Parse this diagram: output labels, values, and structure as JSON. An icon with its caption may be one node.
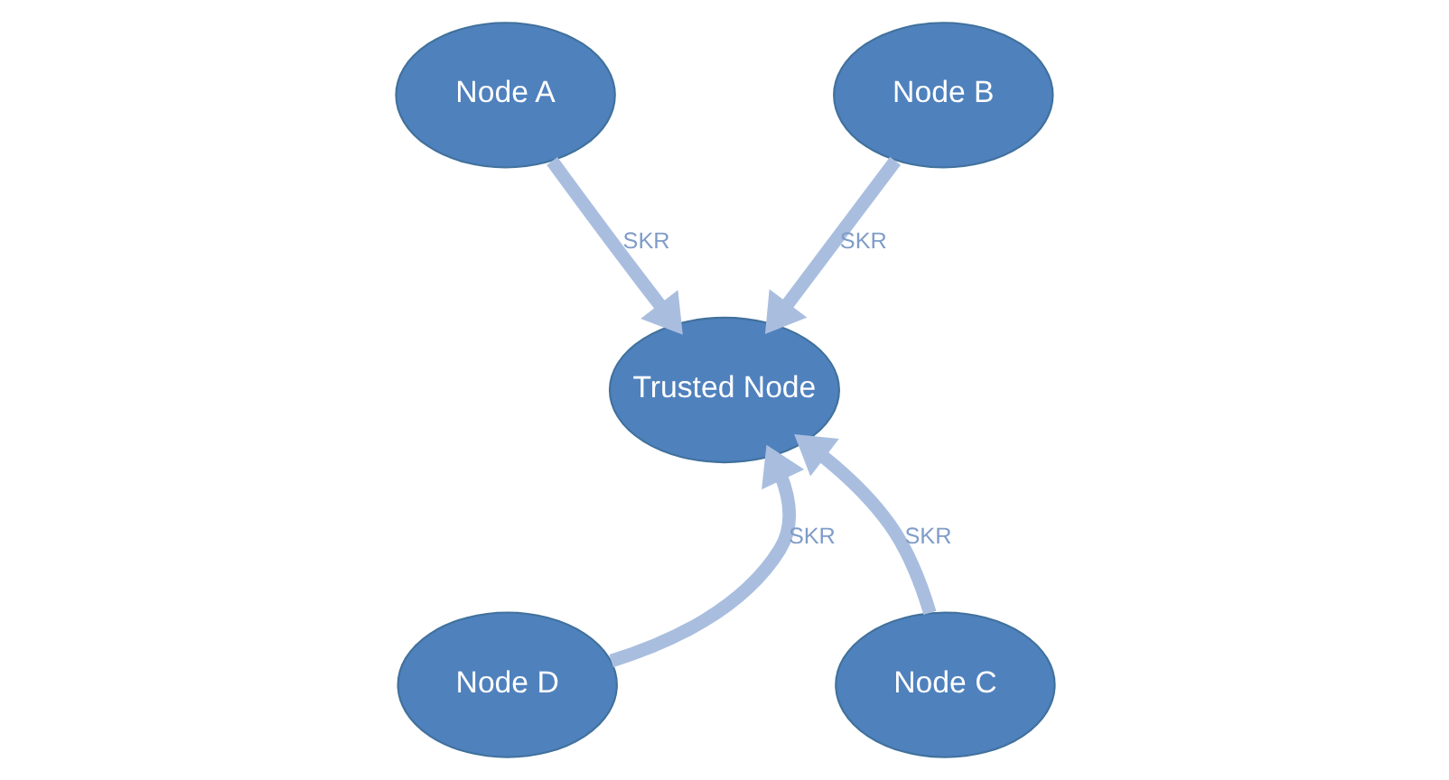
{
  "diagram": {
    "nodes": [
      {
        "text": [
          "Node A"
        ]
      },
      {
        "text": [
          "Node B"
        ]
      },
      {
        "text": [
          "Trusted Node"
        ]
      },
      {
        "text": [
          "Node D"
        ]
      },
      {
        "text": [
          "Node C"
        ]
      }
    ],
    "edges": [
      {
        "from": 0,
        "to": 2,
        "arrow": "to",
        "label": "SKR"
      },
      {
        "from": 1,
        "to": 2,
        "arrow": "to",
        "label": "SKR"
      },
      {
        "from": 3,
        "to": 2,
        "arrow": "to",
        "label": "SKR"
      },
      {
        "from": 4,
        "to": 2,
        "arrow": "to",
        "label": "SKR"
      }
    ]
  }
}
